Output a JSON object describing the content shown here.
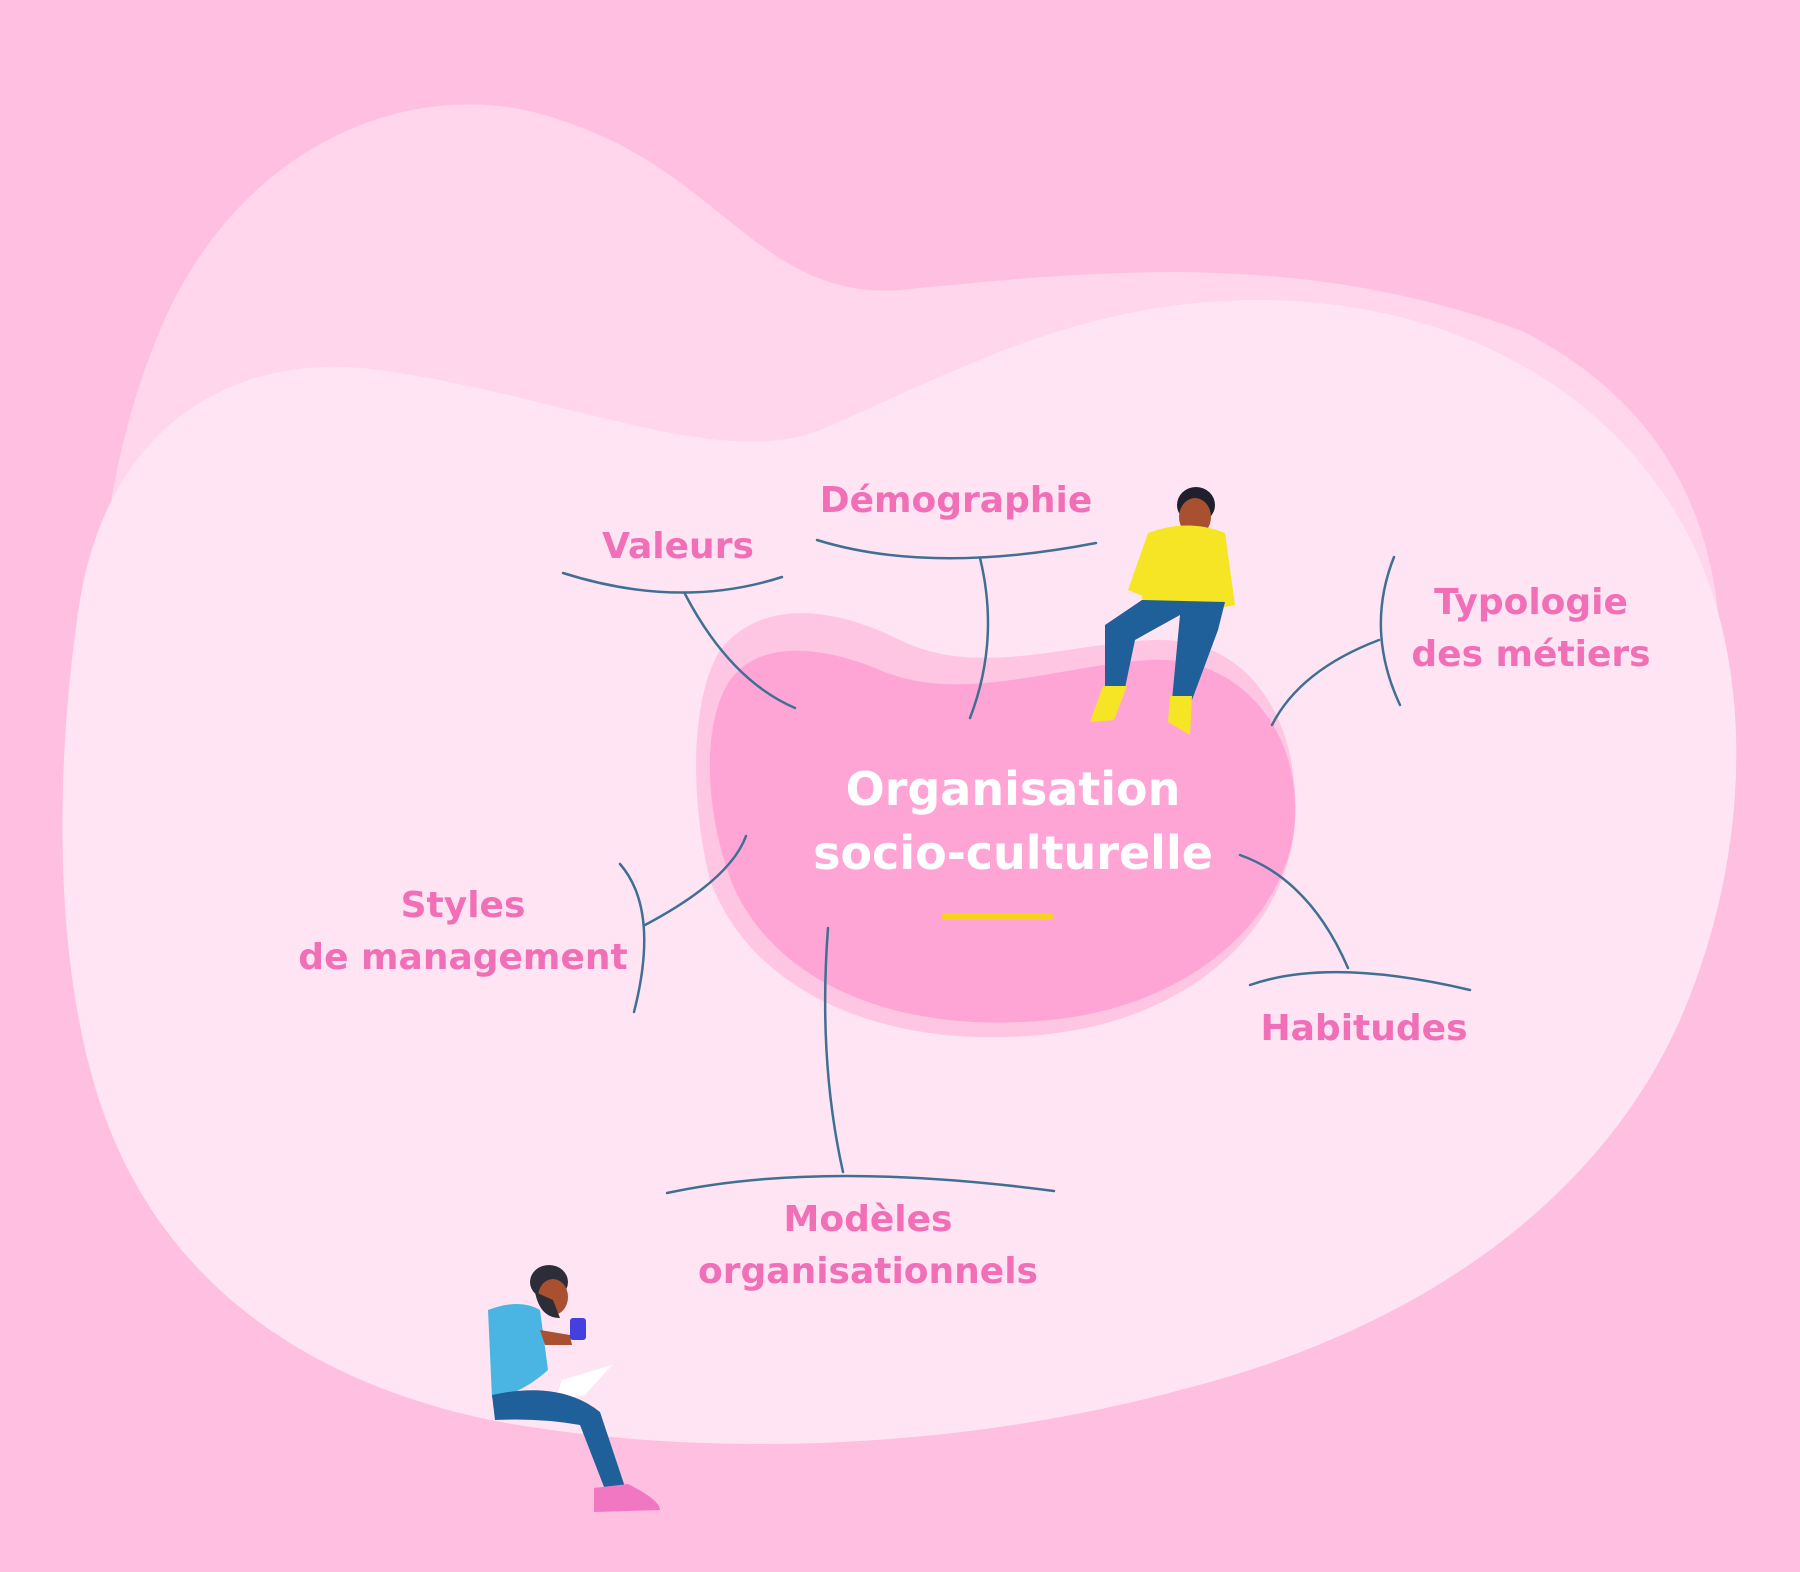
{
  "colors": {
    "background": "#ffbfe0",
    "outer_blob": "#ffd6ec",
    "inner_blob": "#ffe5f3",
    "center_blob": "#ffa5d6",
    "label_text": "#f06fb6",
    "connector_lines": "#3f6f93",
    "accent_underline": "#f7d21a"
  },
  "center": {
    "title_line1": "Organisation",
    "title_line2": "socio-culturelle"
  },
  "branches": {
    "valeurs": {
      "label": "Valeurs"
    },
    "demographie": {
      "label": "Démographie"
    },
    "typologie": {
      "line1": "Typologie",
      "line2": "des métiers"
    },
    "styles": {
      "line1": "Styles",
      "line2": "de management"
    },
    "habitudes": {
      "label": "Habitudes"
    },
    "modeles": {
      "line1": "Modèles",
      "line2": "organisationnels"
    }
  },
  "illustrations": {
    "top_figure": "person-sitting-yellow-shirt",
    "bottom_figure": "person-reading-with-phone"
  }
}
